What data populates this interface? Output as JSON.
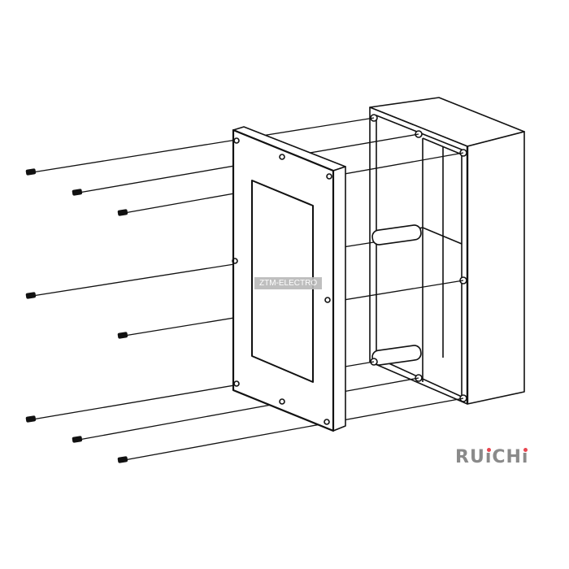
{
  "watermark": "ZTM-ELECTRO",
  "logo": {
    "text": "RUiCHi",
    "text_color": "#8a8a8a",
    "dot_color": "#e8454f"
  },
  "drawing": {
    "subject": "exploded-view",
    "screw_count": 8
  }
}
